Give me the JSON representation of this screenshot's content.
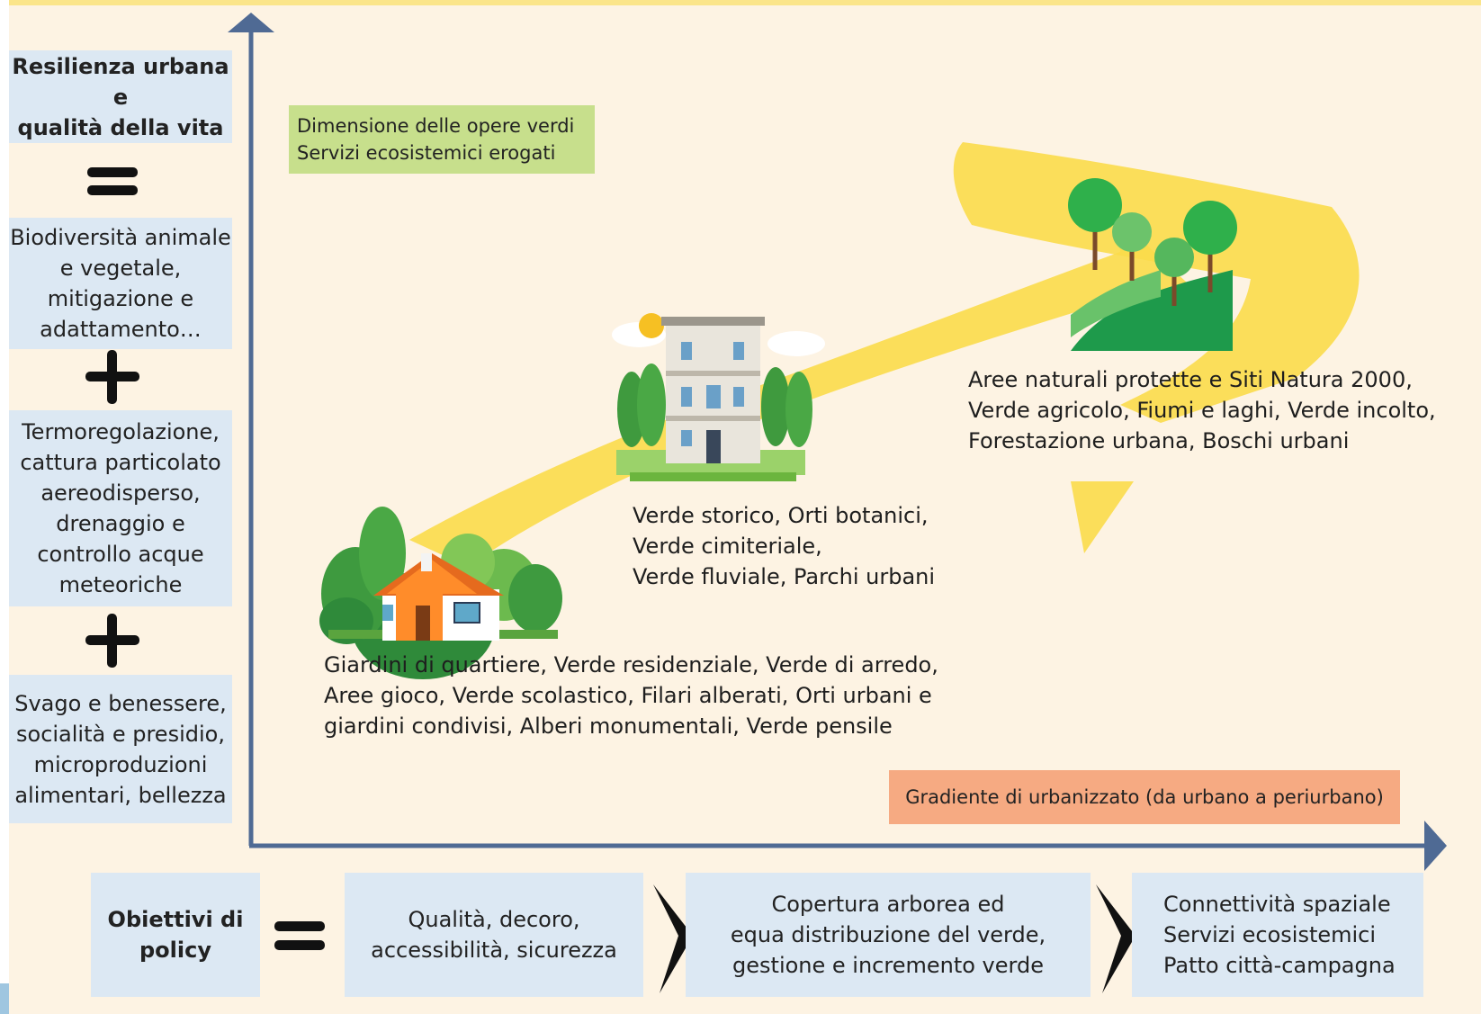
{
  "left_column": {
    "goal": "Resilienza urbana e\nqualità della vita",
    "benefit_1": "Biodiversità animale\ne vegetale,\nmitigazione e\nadattamento…",
    "benefit_2": "Termoregolazione,\ncattura particolato\naereodisperso,\ndrenaggio e\ncontrollo acque\nmeteoriche",
    "benefit_3": "Svago e benessere,\nsocialità e presidio,\nmicroproduzioni\nalimentari, bellezza"
  },
  "axes": {
    "y_label": "Dimensione delle opere verdi\nServizi ecosistemici erogati",
    "x_label": "Gradiente di urbanizzato (da urbano a periurbano)"
  },
  "stages": {
    "small": "Giardini di quartiere, Verde residenziale, Verde di arredo,\nAree gioco, Verde scolastico, Filari alberati, Orti urbani e\ngiardini condivisi, Alberi monumentali, Verde pensile",
    "medium": "Verde storico, Orti botanici,\nVerde cimiteriale,\nVerde fluviale, Parchi urbani",
    "large": "Aree naturali protette e Siti Natura 2000,\nVerde agricolo, Fiumi e laghi, Verde incolto,\nForestazione urbana, Boschi urbani"
  },
  "policy": {
    "label": "Obiettivi di\npolicy",
    "objective_1": "Qualità, decoro,\naccessibilità, sicurezza",
    "objective_2": "Copertura arborea ed\nequa distribuzione del verde,\ngestione e  incremento verde",
    "objective_3": "Connettività spaziale\nServizi ecosistemici\nPatto città-campagna"
  },
  "colors": {
    "background": "#fdf3e3",
    "box": "#dce8f3",
    "axis": "#4f6a94",
    "path": "#fbdc4a",
    "y_tag": "#c7df8c",
    "x_tag": "#f6aa82"
  },
  "icons": [
    "equals-icon",
    "plus-icon",
    "house-icon",
    "building-icon",
    "forest-icon",
    "chevron-right-icon"
  ]
}
